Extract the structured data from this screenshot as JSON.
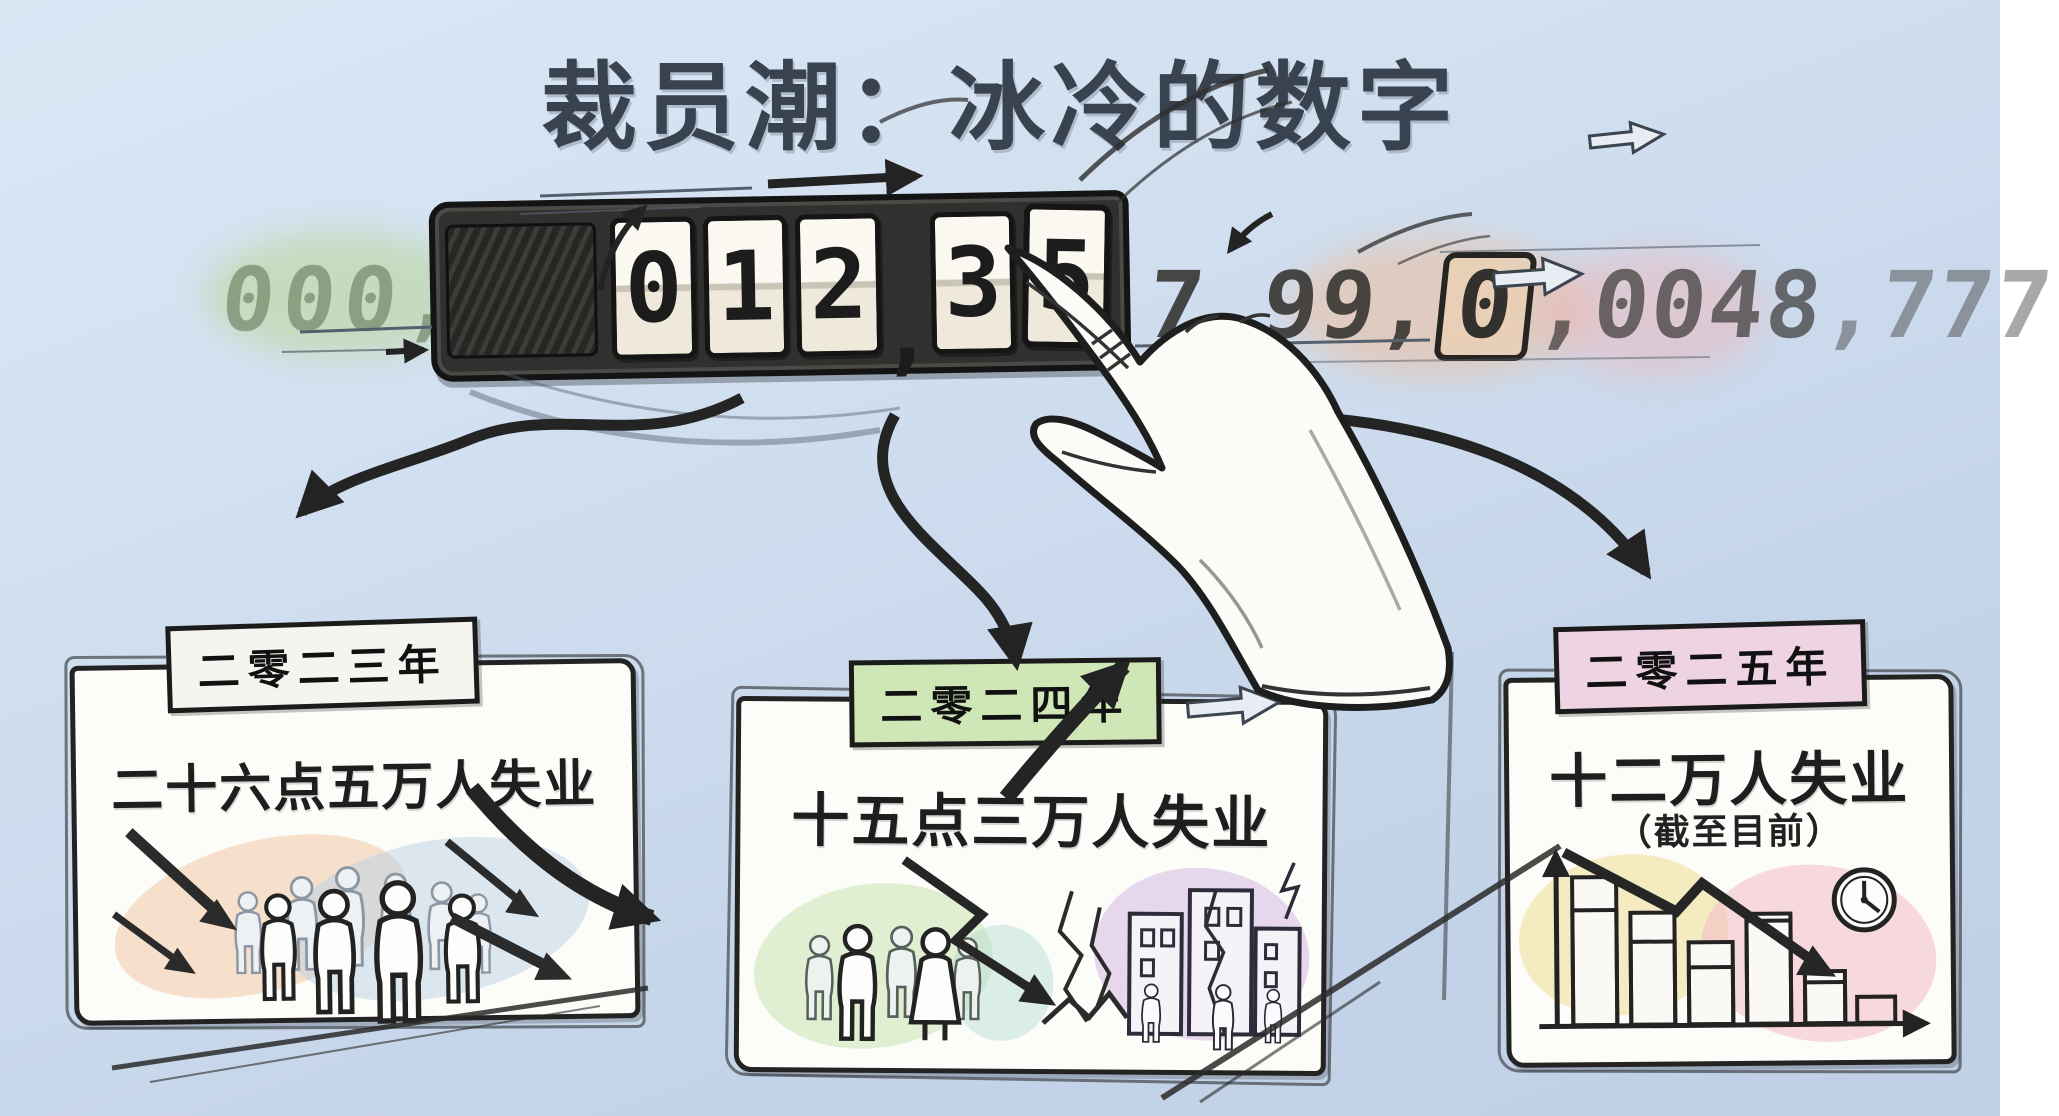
{
  "title": "裁员潮：冰冷的数字",
  "counter": {
    "faded_left": "000,00",
    "cells": [
      "0",
      "1",
      "2"
    ],
    "comma": ",",
    "cell_after_comma": "3",
    "gripped_digit": "5",
    "after_hand": "7,99,",
    "boxed_digit": "0",
    "fading_mid": ",0048",
    "fading_tail": ",777"
  },
  "cards": [
    {
      "year": "二零二三年",
      "stat": "二十六点五万人失业",
      "note": "",
      "header_bg": "#f5f5f0"
    },
    {
      "year": "二零二四年",
      "stat": "十五点三万人失业",
      "note": "",
      "header_bg": "#cfe6b6"
    },
    {
      "year": "二零二五年",
      "stat": "十二万人失业",
      "note": "（截至目前）",
      "header_bg": "#eed3e3"
    }
  ],
  "colors": {
    "background": "#cfdeef",
    "title_ink": "#39424f",
    "sketch_ink": "#232323",
    "counter_frame": "#30302e",
    "digit_cell": "#faf8f1",
    "green_tint": "#cfe6b6",
    "pink_tint": "#eed3e3",
    "orange_tint": "#f3c9a6",
    "blue_tint": "#b9cfe6",
    "purple_tint": "#d4b8e4",
    "yellow_tint": "#f0e09a",
    "rose_tint": "#f2b9c6"
  },
  "icons": [
    "clock-icon",
    "crowd-people-icon",
    "buildings-crack-icon",
    "declining-bar-chart-icon",
    "down-arrow-icon",
    "hand-illustration"
  ]
}
